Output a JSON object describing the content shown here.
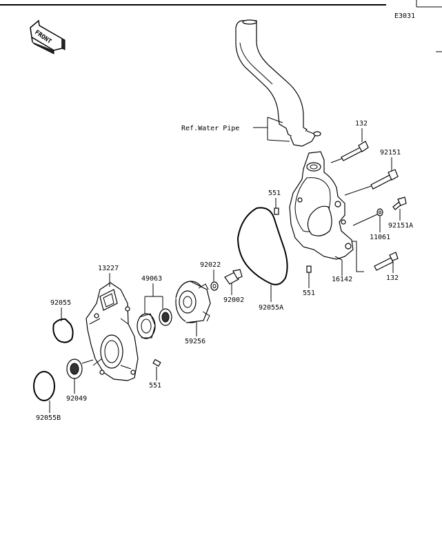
{
  "figure_code": "E3031",
  "front_label": "FRONT",
  "ref_label": "Ref.Water Pipe",
  "parts": {
    "p132_top": "132",
    "p92151": "92151",
    "p551_top": "551",
    "p92151A": "92151A",
    "p11061": "11061",
    "p13227": "13227",
    "p49063": "49063",
    "p92022": "92022",
    "p92002": "92002",
    "p92055A": "92055A",
    "p16142": "16142",
    "p132_bottom": "132",
    "p551_mid": "551",
    "p92055": "92055",
    "p59256": "59256",
    "p92049": "92049",
    "p551_bottom": "551",
    "p92055B": "92055B"
  }
}
